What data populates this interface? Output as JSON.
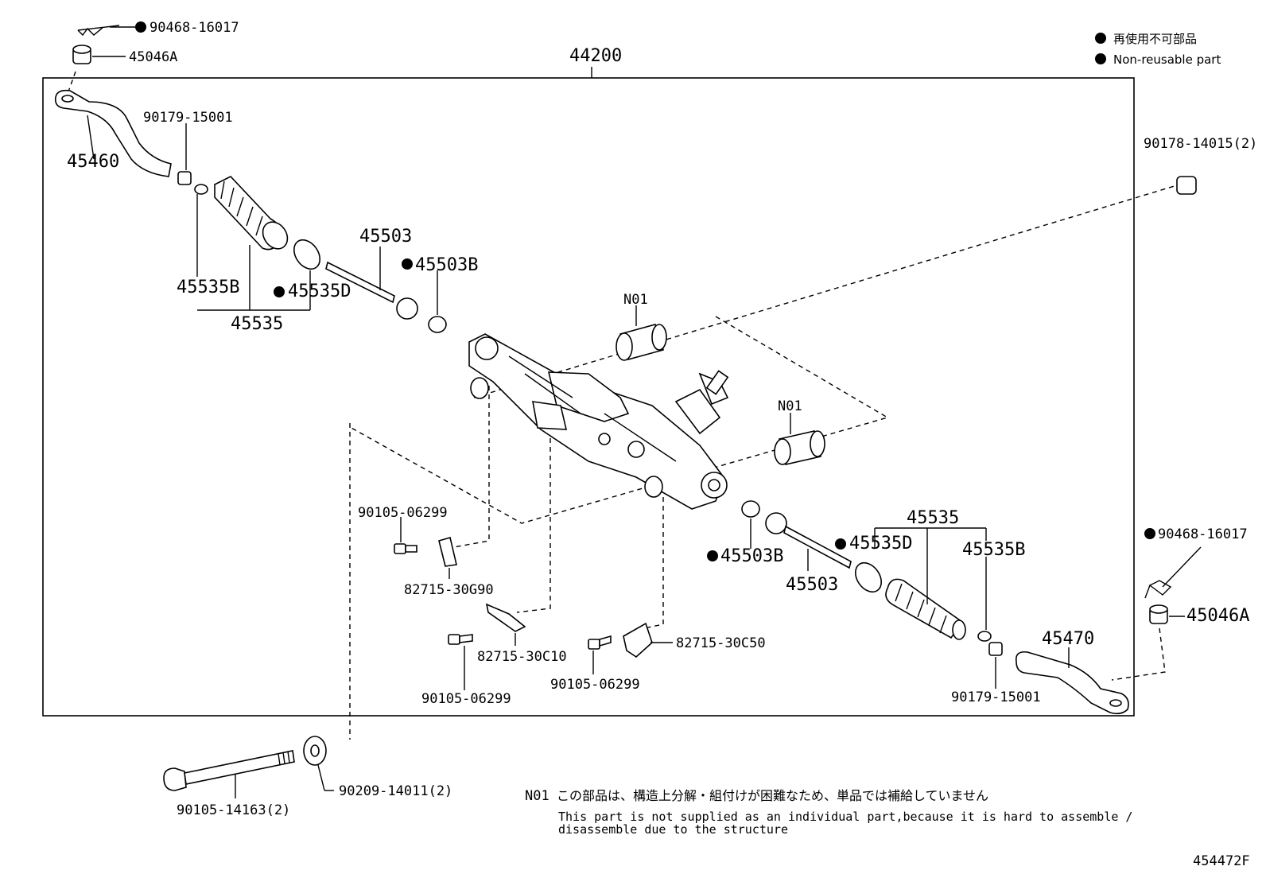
{
  "legend": {
    "jp": "再使用不可部品",
    "en": "Non-reusable part"
  },
  "labels": {
    "assembly": "44200",
    "p_90468_top": "90468-16017",
    "p_45046A_top": "45046A",
    "p_90179_top": "90179-15001",
    "p_45460": "45460",
    "p_45535B_left": "45535B",
    "p_45535D_left": "45535D",
    "p_45535_left": "45535",
    "p_45503_left": "45503",
    "p_45503B_left": "45503B",
    "p_N01_top": "N01",
    "p_N01_bottom": "N01",
    "p_90178": "90178-14015(2)",
    "p_90105_a": "90105-06299",
    "p_82715_30G90": "82715-30G90",
    "p_82715_30C10": "82715-30C10",
    "p_90105_b": "90105-06299",
    "p_90105_c": "90105-06299",
    "p_82715_30C50": "82715-30C50",
    "p_45503B_right": "45503B",
    "p_45503_right": "45503",
    "p_45535_right": "45535",
    "p_45535D_right": "45535D",
    "p_45535B_right": "45535B",
    "p_90468_right": "90468-16017",
    "p_45046A_right": "45046A",
    "p_45470": "45470",
    "p_90179_right": "90179-15001",
    "p_90105_14163": "90105-14163(2)",
    "p_90209": "90209-14011(2)"
  },
  "note": {
    "code": "N01",
    "jp": "この部品は、構造上分解・組付けが困難なため、単品では補給していません",
    "en_line1": "This part is not supplied as an individual part,because it is hard to assemble /",
    "en_line2": "disassemble due to the structure"
  },
  "figure_id": "454472F"
}
